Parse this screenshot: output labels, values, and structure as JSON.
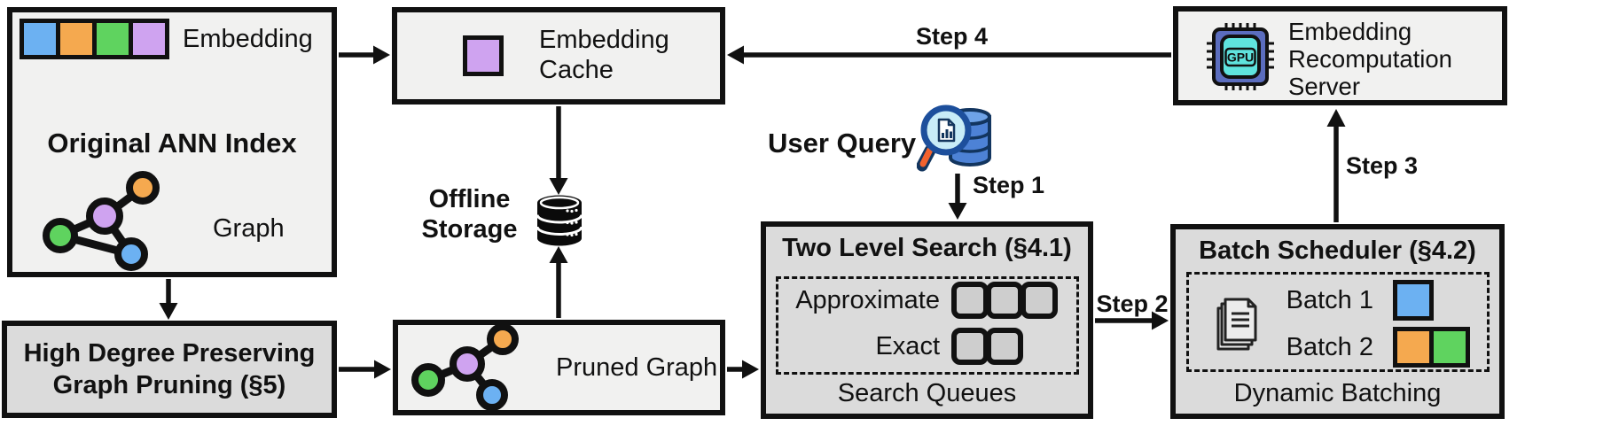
{
  "diagram": {
    "colors": {
      "blue": "#6cb1f2",
      "orange": "#f5a94f",
      "green": "#5fd35f",
      "purple": "#cfa3f0",
      "box_light": "#f1f1f0",
      "box_dark": "#dbdbdb",
      "border": "#111111",
      "gpu_chip": "#5b6dbe",
      "gpu_core": "#5fe3de",
      "query_db": "#4d82d6",
      "magnifier_lens": "#c8ecf7",
      "magnifier_handle": "#f2622e"
    },
    "original_ann_index": {
      "embedding_label": "Embedding",
      "title": "Original ANN Index",
      "graph_label": "Graph"
    },
    "embedding_cache": {
      "label_line1": "Embedding",
      "label_line2": "Cache"
    },
    "offline_storage": {
      "label_line1": "Offline",
      "label_line2": "Storage"
    },
    "user_query": {
      "label": "User Query"
    },
    "two_level_search": {
      "title": "Two Level Search (§4.1)",
      "row1_label": "Approximate",
      "row1_slots": 3,
      "row2_label": "Exact",
      "row2_slots": 2,
      "footer": "Search Queues"
    },
    "batch_scheduler": {
      "title": "Batch Scheduler (§4.2)",
      "batch1_label": "Batch 1",
      "batch2_label": "Batch 2",
      "footer": "Dynamic Batching"
    },
    "recomputation_server": {
      "label_line1": "Embedding",
      "label_line2": "Recomputation",
      "label_line3": "Server",
      "chip_label": "GPU"
    },
    "high_degree_pruning": {
      "label_line1": "High Degree Preserving",
      "label_line2": "Graph Pruning (§5)"
    },
    "pruned_graph": {
      "label": "Pruned Graph"
    },
    "steps": {
      "step1": "Step 1",
      "step2": "Step 2",
      "step3": "Step 3",
      "step4": "Step 4"
    }
  }
}
